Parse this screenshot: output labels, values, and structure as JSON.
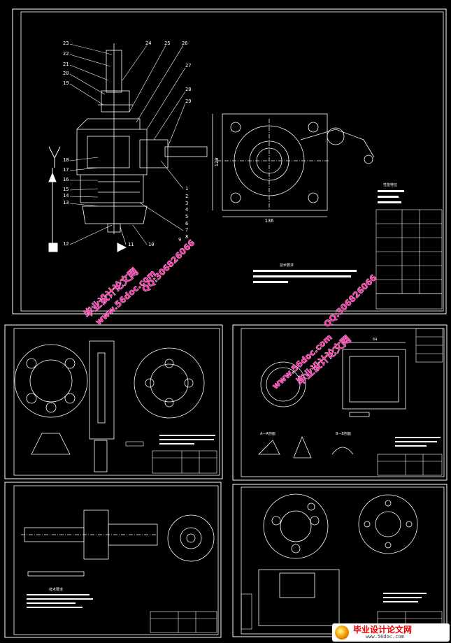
{
  "main_drawing": {
    "part_labels_left": [
      "23",
      "22",
      "21",
      "20",
      "19",
      "18",
      "17",
      "16",
      "15",
      "14",
      "13",
      "12"
    ],
    "part_labels_top": [
      "24",
      "25",
      "26",
      "27",
      "28",
      "29"
    ],
    "part_labels_right": [
      "1",
      "2",
      "3",
      "4",
      "5",
      "6",
      "7",
      "8"
    ],
    "part_labels_bottom": [
      "11",
      "10",
      "9"
    ],
    "dim_width": "136",
    "dim_height": "120",
    "tech_req_title": "技术要求",
    "tech_spec_title": "性能特征"
  },
  "watermarks": {
    "site_cn": "毕业设计论文网",
    "site_url": "www.56doc.com",
    "qq": "QQ:306826066"
  },
  "footer": {
    "title": "毕业设计论文网",
    "url": "www.56doc.com"
  },
  "sheet_b": {
    "dim_top": "64",
    "section_label_1": "A—A剖面",
    "section_label_2": "B—B剖面"
  },
  "sheet_c": {
    "tech_req_title": "技术要求"
  },
  "colors": {
    "line": "#ffffff",
    "background": "#000000",
    "watermark": "#ff33aa"
  }
}
